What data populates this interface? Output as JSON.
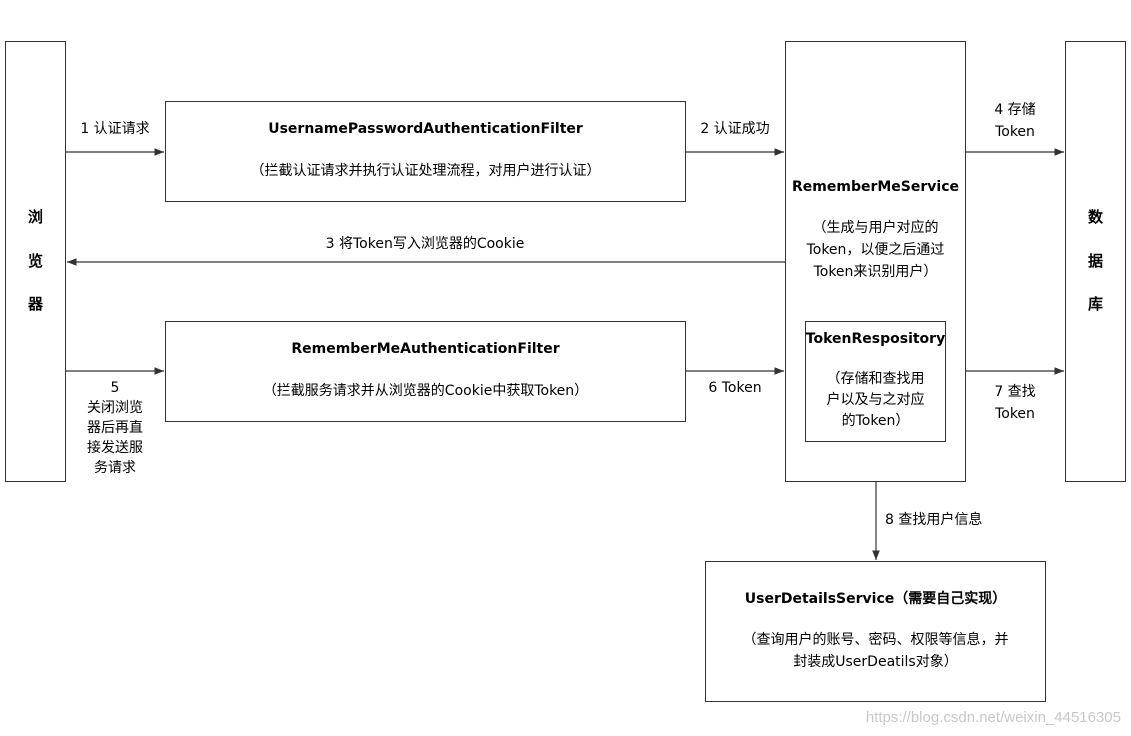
{
  "browser": {
    "chars": [
      "浏",
      "览",
      "器"
    ]
  },
  "database": {
    "chars": [
      "数",
      "据",
      "库"
    ]
  },
  "upaf": {
    "title": "UsernamePasswordAuthenticationFilter",
    "desc": "（拦截认证请求并执行认证处理流程，对用户进行认证）"
  },
  "rmaf": {
    "title": "RememberMeAuthenticationFilter",
    "desc": "（拦截服务请求并从浏览器的Cookie中获取Token）"
  },
  "rms": {
    "title": "RememberMeService",
    "desc_lines": [
      "（生成与用户对应的",
      "Token，以便之后通过",
      "Token来识别用户）"
    ]
  },
  "tr": {
    "title": "TokenRespository",
    "desc_lines": [
      "（存储和查找用",
      "户以及与之对应",
      "的Token）"
    ]
  },
  "uds": {
    "title": "UserDetailsService（需要自己实现）",
    "desc_lines": [
      "（查询用户的账号、密码、权限等信息，并",
      "封装成UserDeatils对象）"
    ]
  },
  "steps": {
    "s1": "1 认证请求",
    "s2": "2 认证成功",
    "s3": "3 将Token写入浏览器的Cookie",
    "s4": [
      "4  存储",
      "Token"
    ],
    "s5": [
      "5",
      "关闭浏览",
      "器后再直",
      "接发送服",
      "务请求"
    ],
    "s6": "6 Token",
    "s7": [
      "7  查找",
      "Token"
    ],
    "s8": "8  查找用户信息"
  },
  "watermark": "https://blog.csdn.net/weixin_44516305"
}
